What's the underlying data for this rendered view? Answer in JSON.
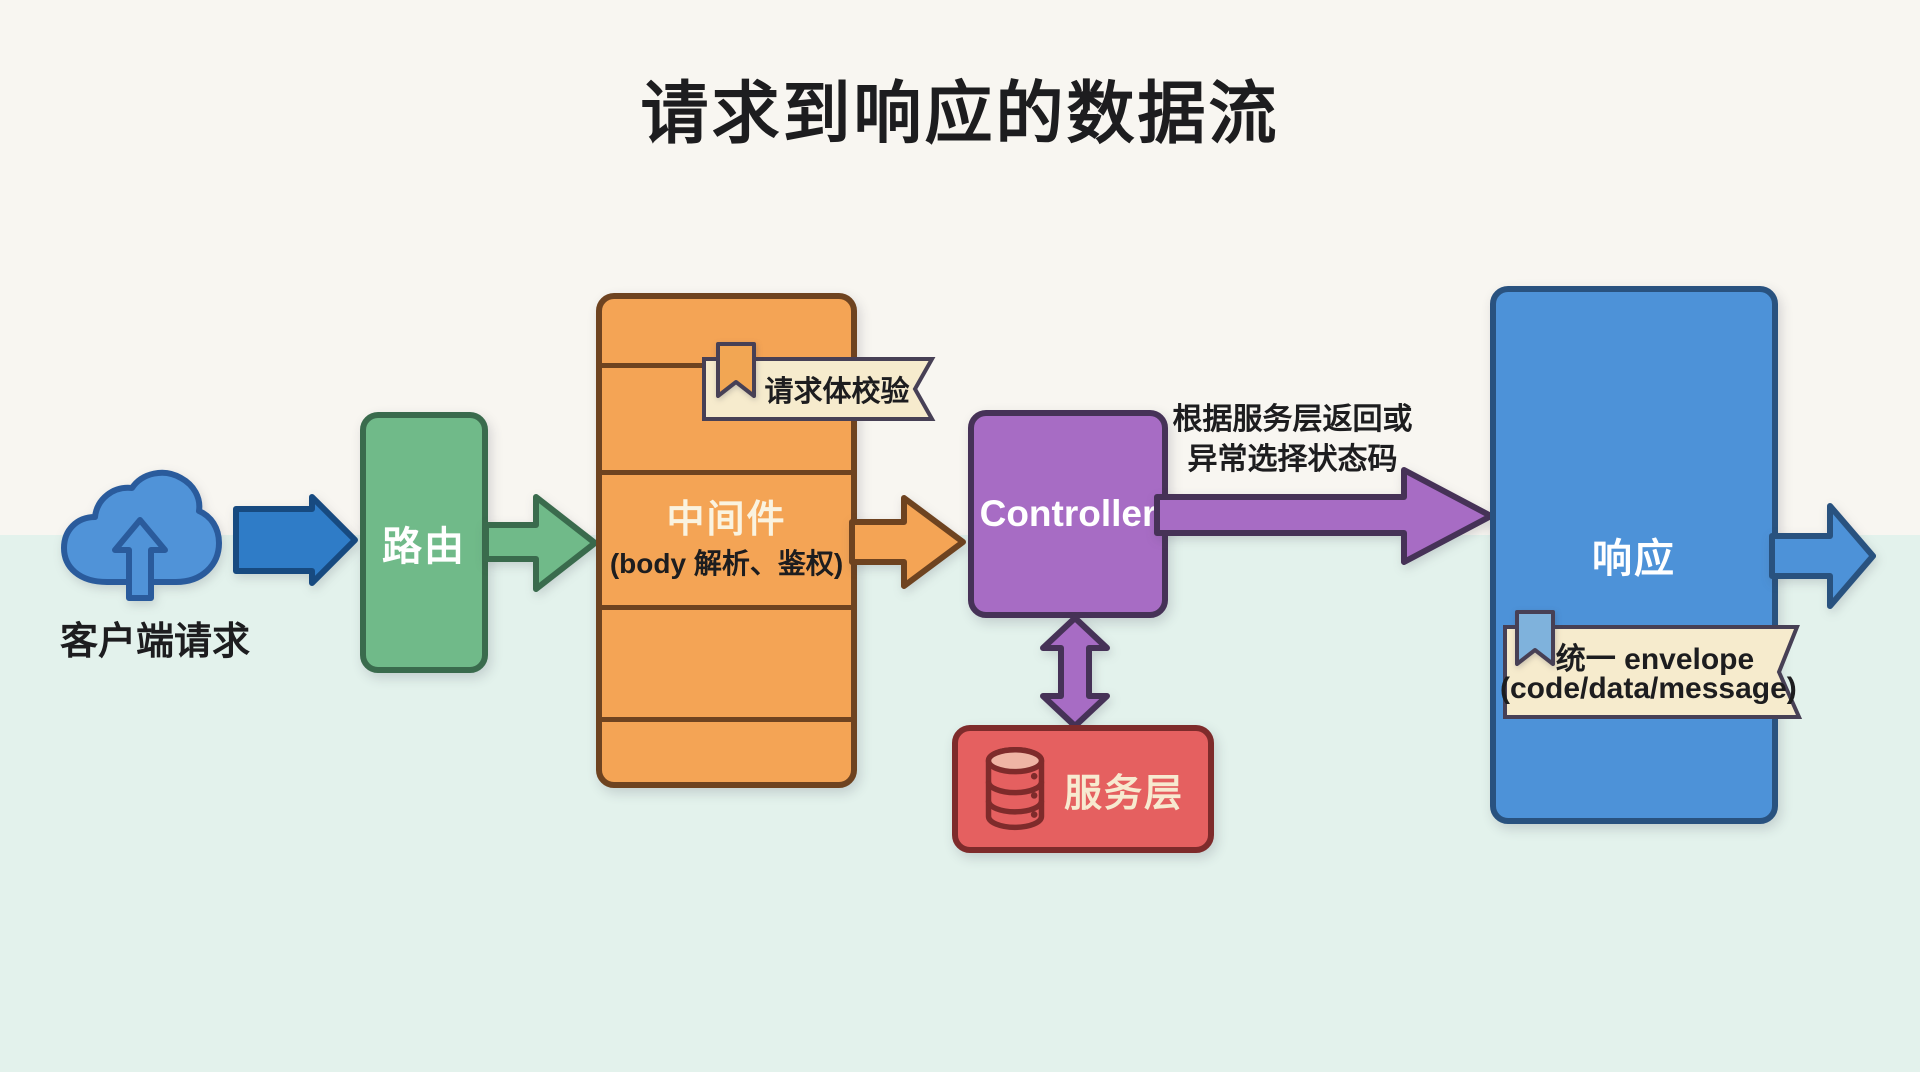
{
  "title": "请求到响应的数据流",
  "client": {
    "label": "客户端请求",
    "icon": "cloud-upload-icon"
  },
  "nodes": {
    "router": {
      "label": "路由"
    },
    "middleware": {
      "label": "中间件",
      "sublabel": "(body 解析、鉴权)"
    },
    "controller": {
      "label": "Controller"
    },
    "service": {
      "label": "服务层",
      "icon": "database-icon"
    },
    "response": {
      "label": "响应"
    }
  },
  "banners": {
    "validation": {
      "label": "请求体校验",
      "icon": "bookmark-icon"
    },
    "envelope": {
      "line1": "统一 envelope",
      "line2": "(code/data/message)",
      "icon": "bookmark-icon"
    }
  },
  "annotations": {
    "status_rule": {
      "line1": "根据服务层返回或",
      "line2": "异常选择状态码"
    }
  },
  "colors": {
    "bg_top": "#f8f6f1",
    "bg_bottom": "#e3f2ec",
    "ink": "#1d1d1f",
    "cloud_fill": "#5093d8",
    "cloud_stroke": "#2a5b9c",
    "arrow_blue_fill": "#2f7cc7",
    "arrow_blue_stroke": "#174a80",
    "green_fill": "#70ba89",
    "green_stroke": "#3a6b4d",
    "orange_fill": "#f4a455",
    "orange_stroke": "#6e4320",
    "purple_fill": "#a76cc4",
    "purple_stroke": "#463257",
    "red_fill": "#e56060",
    "red_stroke": "#7e2b2b",
    "blue_box_fill": "#4d92d8",
    "blue_box_stroke": "#29527f",
    "cream_fill": "#f6ebcd",
    "cream_stroke": "#474055",
    "bookmark_orange": "#f2a653",
    "bookmark_blue": "#7fb2dc",
    "db_top": "#efb5a5",
    "label_white": "#ffffff",
    "label_cream": "#f7ead0",
    "mw_title": "#faf3e0"
  }
}
